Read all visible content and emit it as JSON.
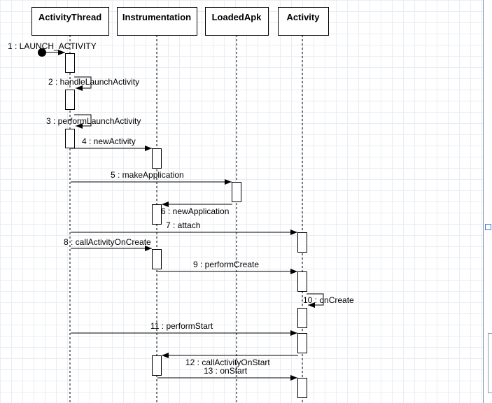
{
  "lifelines": [
    {
      "name": "ActivityThread"
    },
    {
      "name": "Instrumentation"
    },
    {
      "name": "LoadedApk"
    },
    {
      "name": "Activity"
    }
  ],
  "messages": [
    {
      "label": "1 : LAUNCH_ACTIVITY",
      "kind": "found",
      "to": "ActivityThread"
    },
    {
      "label": "2 : handleLaunchActivity",
      "kind": "self",
      "on": "ActivityThread"
    },
    {
      "label": "3 : performLaunchActivity",
      "kind": "self",
      "on": "ActivityThread"
    },
    {
      "label": "4 : newActivity",
      "kind": "call",
      "from": "ActivityThread",
      "to": "Instrumentation"
    },
    {
      "label": "5 : makeApplication",
      "kind": "call",
      "from": "ActivityThread",
      "to": "LoadedApk"
    },
    {
      "label": "6 : newApplication",
      "kind": "call",
      "from": "LoadedApk",
      "to": "Instrumentation"
    },
    {
      "label": "7 : attach",
      "kind": "call",
      "from": "ActivityThread",
      "to": "Activity"
    },
    {
      "label": "8 : callActivityOnCreate",
      "kind": "call",
      "from": "ActivityThread",
      "to": "Instrumentation"
    },
    {
      "label": "9 : performCreate",
      "kind": "call",
      "from": "Instrumentation",
      "to": "Activity"
    },
    {
      "label": "10 : onCreate",
      "kind": "self",
      "on": "Activity"
    },
    {
      "label": "11 : performStart",
      "kind": "call",
      "from": "ActivityThread",
      "to": "Activity"
    },
    {
      "label": "12 : callActivityOnStart",
      "kind": "call",
      "from": "Activity",
      "to": "Instrumentation"
    },
    {
      "label": "13 : onStart",
      "kind": "call",
      "from": "Instrumentation",
      "to": "Activity"
    }
  ],
  "colors": {
    "line": "#000000",
    "box_fill": "#ffffff"
  }
}
